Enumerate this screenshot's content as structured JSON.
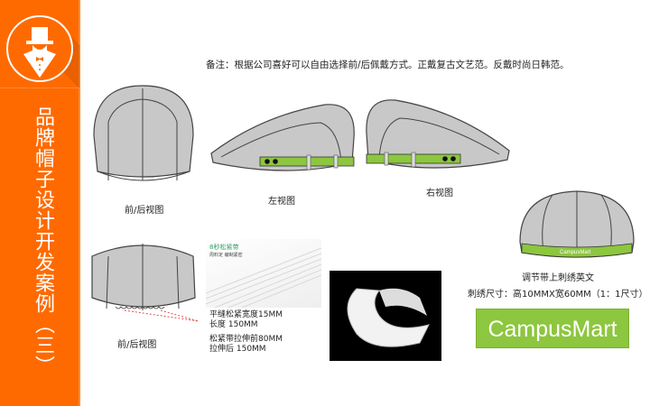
{
  "sidebar": {
    "title": "品牌帽子设计开发案例（三）",
    "logo": "gentleman-top-hat-logo",
    "accent": "#ff6a00"
  },
  "note": "备注：根据公司喜好可以自由选择前/后佩戴方式。正戴复古文艺范。反戴时尚日韩范。",
  "views": {
    "front_back": "前/后视图",
    "left": "左视图",
    "right": "右视图",
    "front_back_2": "前/后视图"
  },
  "band": {
    "caption": "调节带上刺绣英文",
    "size": "刺绣尺寸：高10MMX宽60MM（1：1尺寸）",
    "embroidery": "CampusMart",
    "color": "#8dc63f"
  },
  "elastic": {
    "title": "8秒松紧带",
    "subtitle": "周料定 编制紧密",
    "line1": "平缝松紧宽度15MM",
    "line2": "长度 150MM",
    "line3": "松紧带拉伸前80MM",
    "line4": "拉伸后 150MM"
  },
  "brand_logo": "CampusMart"
}
